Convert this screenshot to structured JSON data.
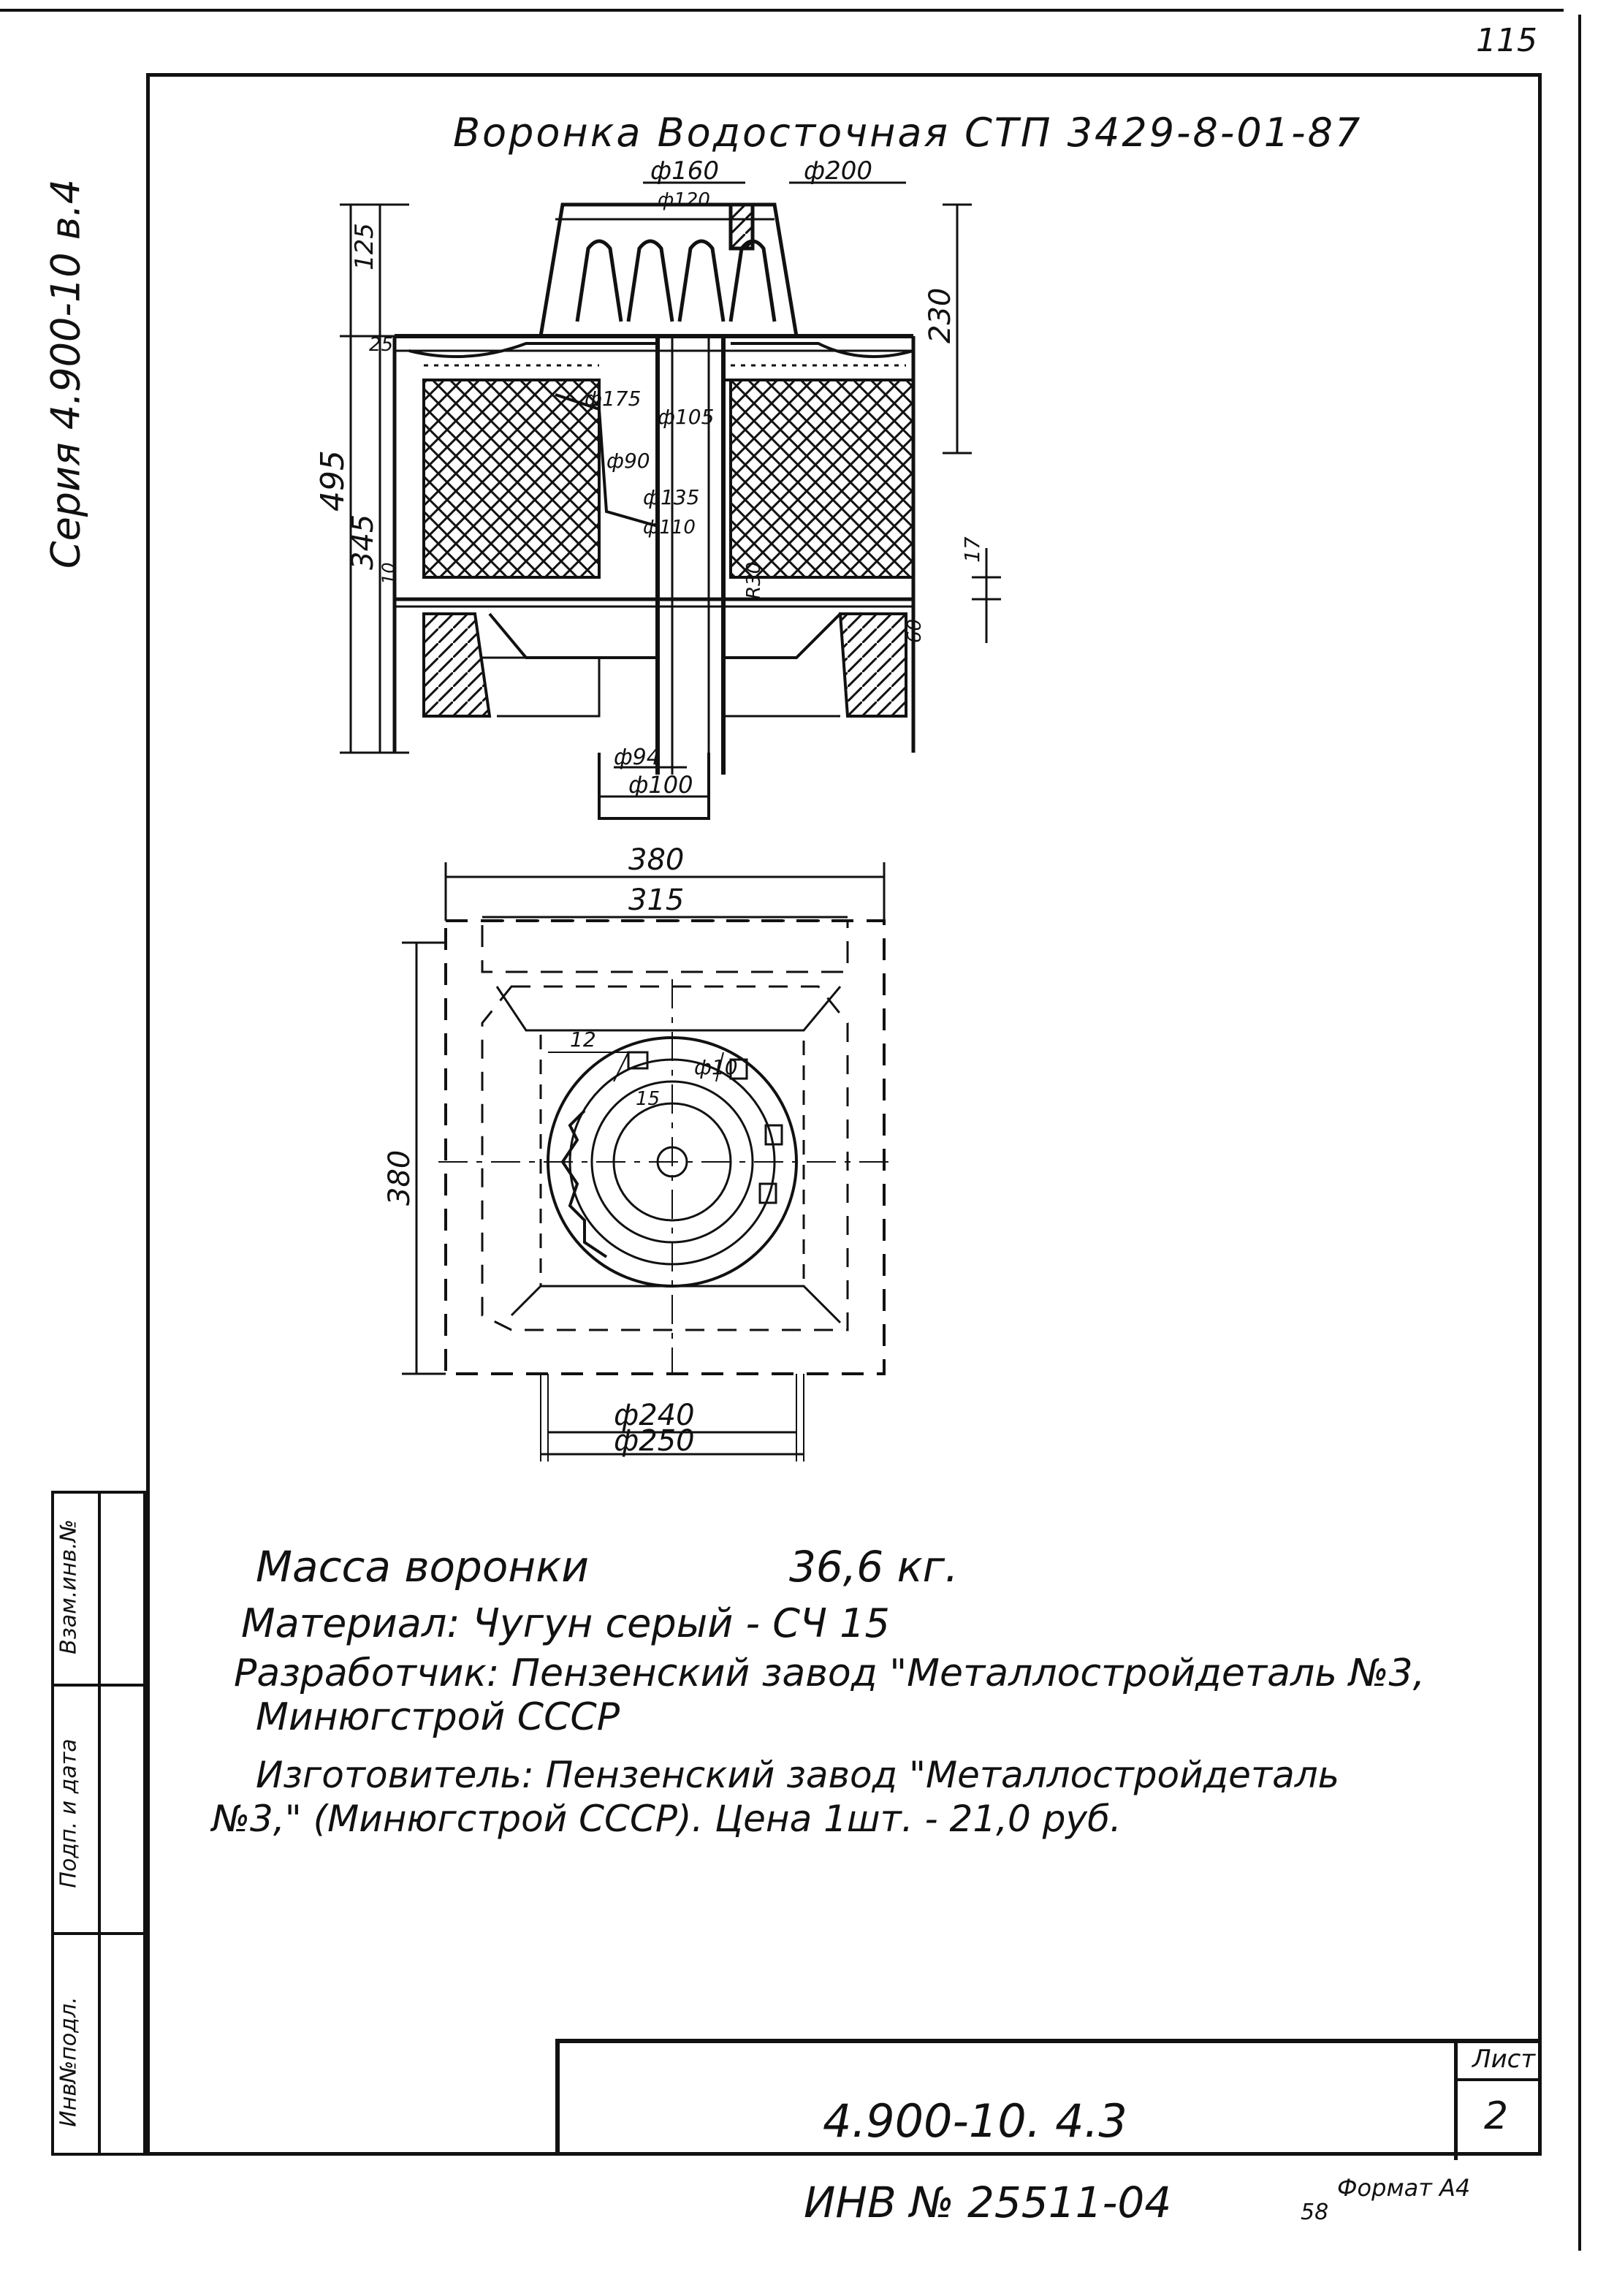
{
  "page_number": "115",
  "series_vertical": "Серия 4.900-10 в.4",
  "title": "Воронка Водосточная СТП 3429-8-01-87",
  "section_dims": {
    "d160": "ф160",
    "d120": "ф120",
    "d200": "ф200",
    "h125": "125",
    "h25": "25",
    "h230": "230",
    "h495": "495",
    "h345": "345",
    "h10": "10",
    "h17": "17",
    "h60": "60",
    "d175": "ф175",
    "d105": "ф105",
    "d90": "ф90",
    "d135": "ф135",
    "d110": "ф110",
    "d94": "ф94",
    "d100": "ф100",
    "r30": "R30"
  },
  "plan_dims": {
    "w380": "380",
    "w315": "315",
    "h380": "380",
    "d240": "ф240",
    "d250": "ф250",
    "n12": "12",
    "n15": "15",
    "d10": "ф10"
  },
  "notes": {
    "mass_label": "Масса воронки",
    "mass_value": "36,6 кг.",
    "material": "Материал: Чугун серый - СЧ 15",
    "developer_line1": "Разработчик: Пензенский завод \"Металлостройдеталь №3,",
    "developer_line2": "Минюгстрой СССР",
    "maker_line1": "Изготовитель: Пензенский завод \"Металлостройдеталь",
    "maker_line2": "№3,\" (Минюгстрой СССР). Цена 1шт. - 21,0 руб."
  },
  "title_block": {
    "doc_code": "4.900-10. 4.3",
    "sheet_label": "Лист",
    "sheet_number": "2"
  },
  "side_strip": {
    "labels": [
      "Инв№подл.",
      "Подп. и дата",
      "Взам.инв.№"
    ]
  },
  "footer": {
    "inv": "ИНВ № 25511-04",
    "num": "58",
    "format": "Формат А4"
  }
}
